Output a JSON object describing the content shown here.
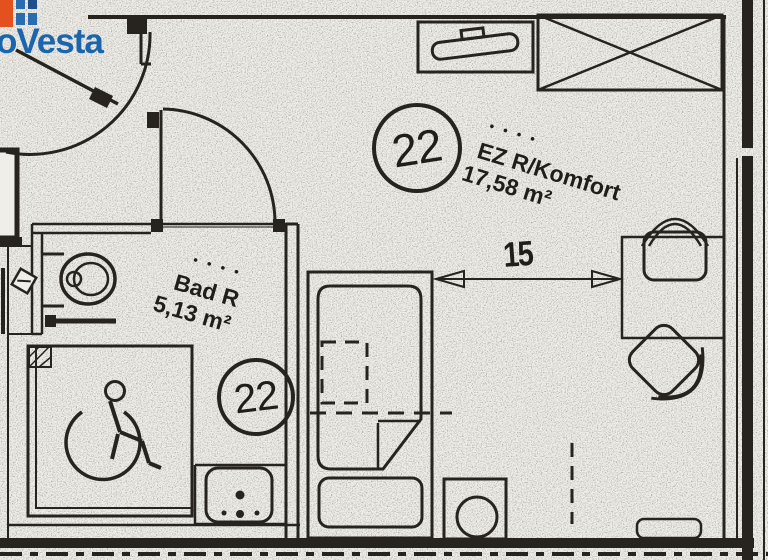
{
  "colors": {
    "paper": "#f0eee8",
    "ink": "#27241f",
    "logo_blue": "#1a65ad",
    "logo_orange": "#e4511f"
  },
  "logo": {
    "text": "oVesta"
  },
  "main_room": {
    "number": "22",
    "dots": "• • • •",
    "name": "EZ R/Komfort",
    "area": "17,58 m²"
  },
  "bathroom": {
    "number": "22",
    "dots": "• • • •",
    "name": "Bad R",
    "area": "5,13 m²"
  },
  "dimension": {
    "value": "15"
  },
  "icons": {
    "wheelchair": "wheelchair-accessibility-symbol",
    "wardrobe": "crossed-box",
    "logo_mark": "pixel-blocks"
  }
}
